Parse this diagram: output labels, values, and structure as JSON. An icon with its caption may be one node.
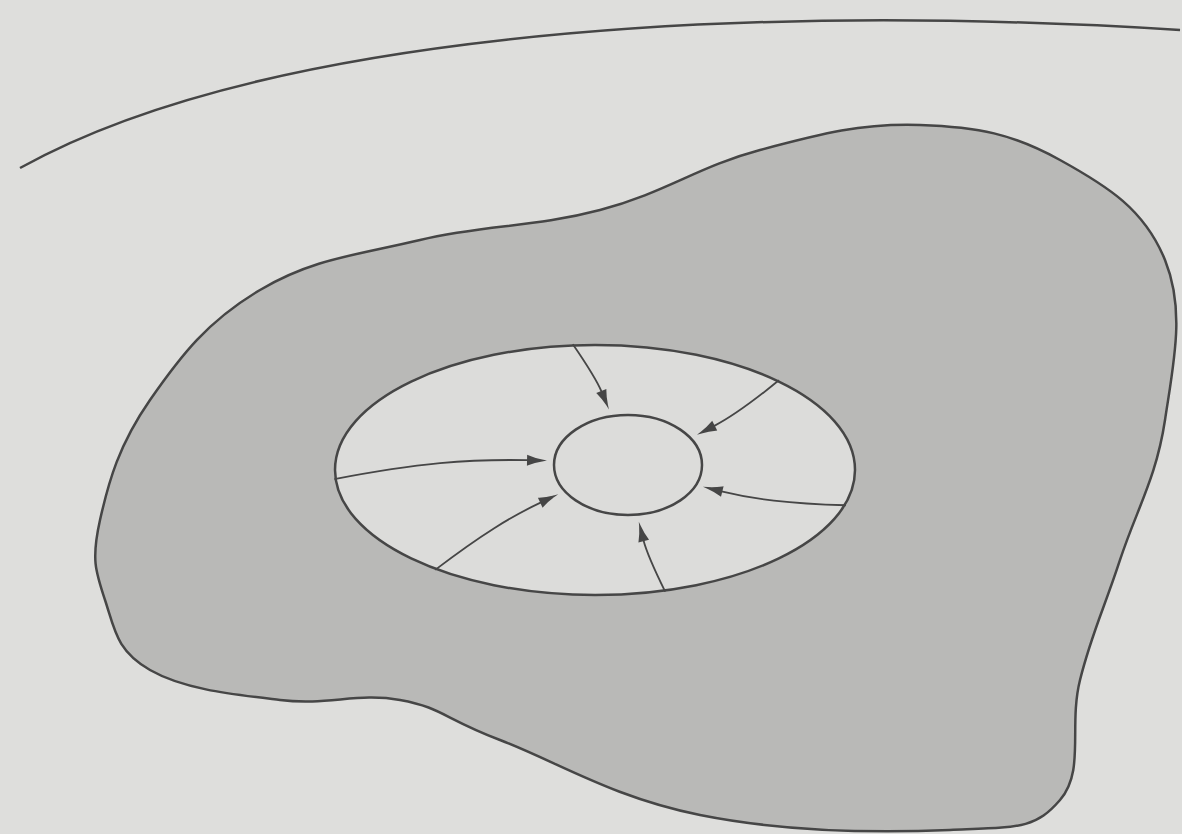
{
  "diagram": {
    "nodes": [
      {
        "text": [],
        "shape": "blob"
      },
      {
        "text": [],
        "shape": "blob",
        "in": 0
      },
      {
        "text": [],
        "shape": "circle",
        "in": 1
      }
    ],
    "edges": [
      {
        "from": 1,
        "to": 2,
        "arrow": "to"
      },
      {
        "from": 1,
        "to": 2,
        "arrow": "to"
      },
      {
        "from": 1,
        "to": 2,
        "arrow": "to"
      },
      {
        "from": 1,
        "to": 2,
        "arrow": "to"
      },
      {
        "from": 1,
        "to": 2,
        "arrow": "to"
      },
      {
        "from": 1,
        "to": 2,
        "arrow": "to"
      }
    ]
  }
}
